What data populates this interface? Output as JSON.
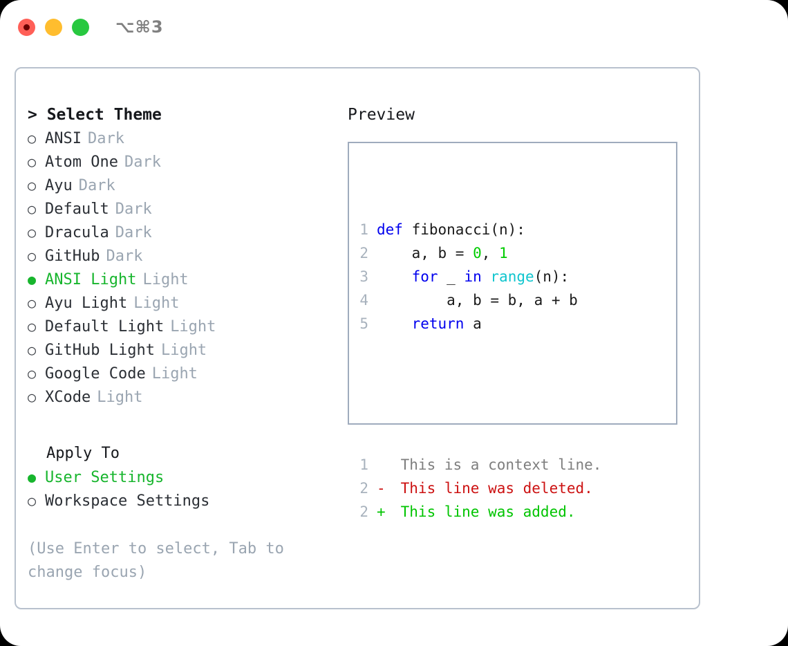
{
  "titlebar": {
    "shortcut": "⌥⌘3",
    "buttons": [
      {
        "name": "close",
        "color": "#ff5f57"
      },
      {
        "name": "minimize",
        "color": "#ffbd2e"
      },
      {
        "name": "maximize",
        "color": "#28c840"
      }
    ]
  },
  "left": {
    "heading": "> Select Theme",
    "themes": [
      {
        "bullet": "○",
        "name": "ANSI",
        "kind": "Dark",
        "selected": false
      },
      {
        "bullet": "○",
        "name": "Atom One",
        "kind": "Dark",
        "selected": false
      },
      {
        "bullet": "○",
        "name": "Ayu",
        "kind": "Dark",
        "selected": false
      },
      {
        "bullet": "○",
        "name": "Default",
        "kind": "Dark",
        "selected": false
      },
      {
        "bullet": "○",
        "name": "Dracula",
        "kind": "Dark",
        "selected": false
      },
      {
        "bullet": "○",
        "name": "GitHub",
        "kind": "Dark",
        "selected": false
      },
      {
        "bullet": "●",
        "name": "ANSI Light",
        "kind": "Light",
        "selected": true
      },
      {
        "bullet": "○",
        "name": "Ayu Light",
        "kind": "Light",
        "selected": false
      },
      {
        "bullet": "○",
        "name": "Default Light",
        "kind": "Light",
        "selected": false
      },
      {
        "bullet": "○",
        "name": "GitHub Light",
        "kind": "Light",
        "selected": false
      },
      {
        "bullet": "○",
        "name": "Google Code",
        "kind": "Light",
        "selected": false
      },
      {
        "bullet": "○",
        "name": "XCode",
        "kind": "Light",
        "selected": false
      }
    ],
    "apply_to_label": "Apply To",
    "apply_options": [
      {
        "bullet": "●",
        "label": "User Settings",
        "selected": true
      },
      {
        "bullet": "○",
        "label": "Workspace Settings",
        "selected": false
      }
    ],
    "hint": "(Use Enter to select, Tab to change focus)"
  },
  "right": {
    "preview_title": "Preview",
    "code": [
      {
        "no": "1",
        "tokens": [
          {
            "t": "def",
            "c": "kw"
          },
          {
            "t": " fibonacci(n):",
            "c": "plain"
          }
        ]
      },
      {
        "no": "2",
        "tokens": [
          {
            "t": "    a, b = ",
            "c": "plain"
          },
          {
            "t": "0",
            "c": "num"
          },
          {
            "t": ", ",
            "c": "plain"
          },
          {
            "t": "1",
            "c": "num"
          }
        ]
      },
      {
        "no": "3",
        "tokens": [
          {
            "t": "    ",
            "c": "plain"
          },
          {
            "t": "for",
            "c": "kw"
          },
          {
            "t": " _ ",
            "c": "plain"
          },
          {
            "t": "in",
            "c": "kw"
          },
          {
            "t": " ",
            "c": "plain"
          },
          {
            "t": "range",
            "c": "fn"
          },
          {
            "t": "(n):",
            "c": "plain"
          }
        ]
      },
      {
        "no": "4",
        "tokens": [
          {
            "t": "        a, b = b, a + b",
            "c": "plain"
          }
        ]
      },
      {
        "no": "5",
        "tokens": [
          {
            "t": "    ",
            "c": "plain"
          },
          {
            "t": "return",
            "c": "kw"
          },
          {
            "t": " a",
            "c": "plain"
          }
        ]
      }
    ],
    "diff": [
      {
        "no": "1",
        "sign": " ",
        "text": " This is a context line.",
        "kind": "ctx"
      },
      {
        "no": "2",
        "sign": "-",
        "text": " This line was deleted.",
        "kind": "del"
      },
      {
        "no": "2",
        "sign": "+",
        "text": " This line was added.",
        "kind": "add"
      }
    ]
  },
  "colors": {
    "accent_green": "#17b52d",
    "keyword_blue": "#0000ee",
    "function_cyan": "#0fc5ce",
    "number_green": "#00cc00",
    "diff_delete_red": "#cc1111",
    "diff_add_green": "#00c400",
    "muted": "#9aa5b1",
    "border": "#b8c1cd",
    "preview_border": "#9fabbd"
  }
}
